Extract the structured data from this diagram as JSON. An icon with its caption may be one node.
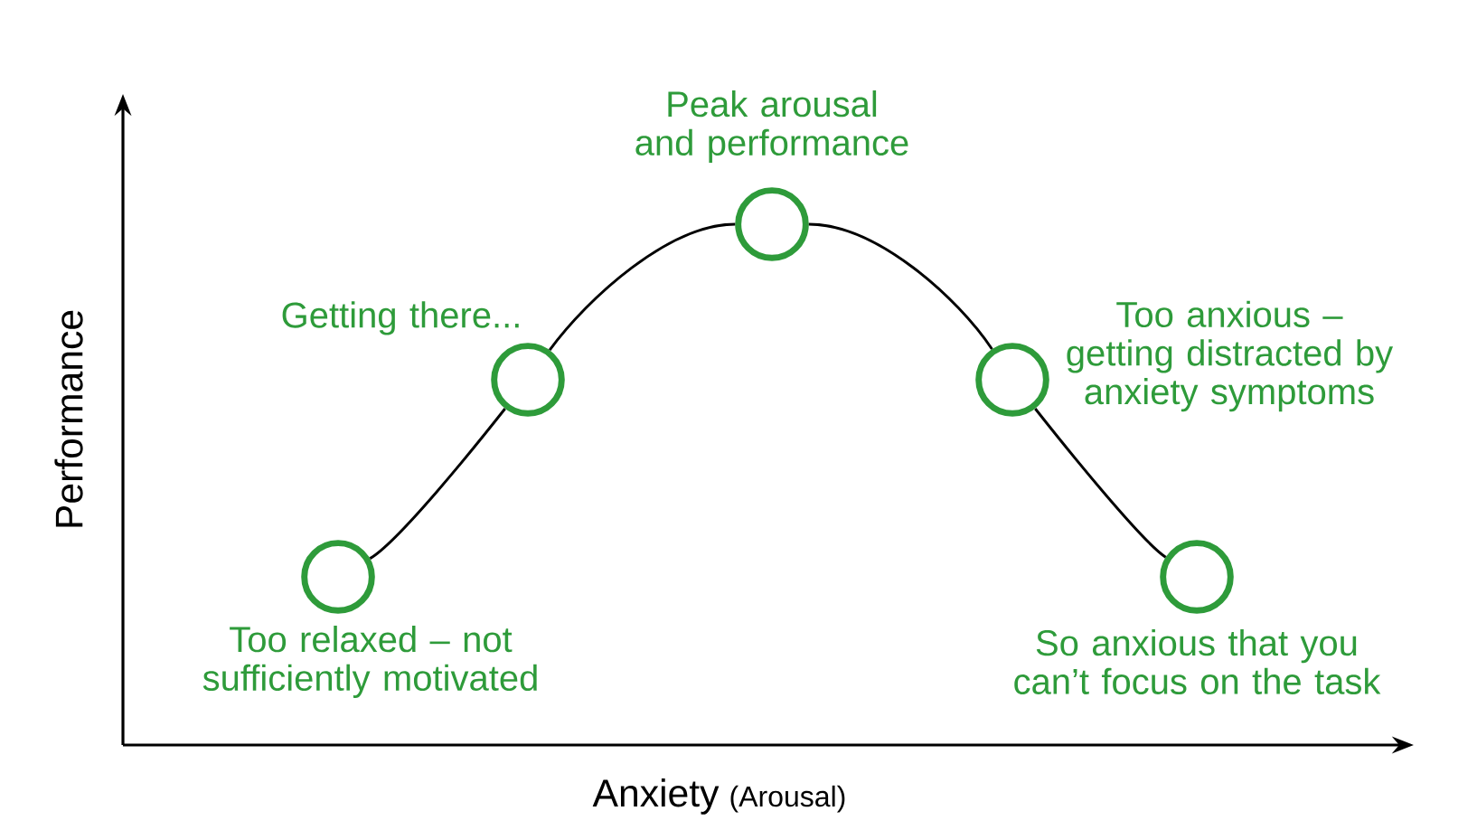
{
  "diagram": {
    "nodes": [
      {
        "text": [],
        "shape": "circle",
        "beside": [
          "Too relaxed – not sufficiently motivated"
        ]
      },
      {
        "text": [],
        "shape": "circle",
        "beside": [
          "Getting there..."
        ]
      },
      {
        "text": [],
        "shape": "circle",
        "beside": [
          "Peak arousal and performance"
        ]
      },
      {
        "text": [],
        "shape": "circle",
        "beside": [
          "Too anxious – getting distracted by anxiety symptoms"
        ]
      },
      {
        "text": [],
        "shape": "circle",
        "beside": [
          "So anxious that you can’t focus on the task"
        ]
      }
    ],
    "edges": [
      {
        "from": 0,
        "to": 1,
        "arrow": "none"
      },
      {
        "from": 1,
        "to": 2,
        "arrow": "none"
      },
      {
        "from": 2,
        "to": 3,
        "arrow": "none"
      },
      {
        "from": 3,
        "to": 4,
        "arrow": "none"
      }
    ],
    "labels": [
      "Performance",
      "Anxiety",
      "(Arousal)"
    ]
  }
}
